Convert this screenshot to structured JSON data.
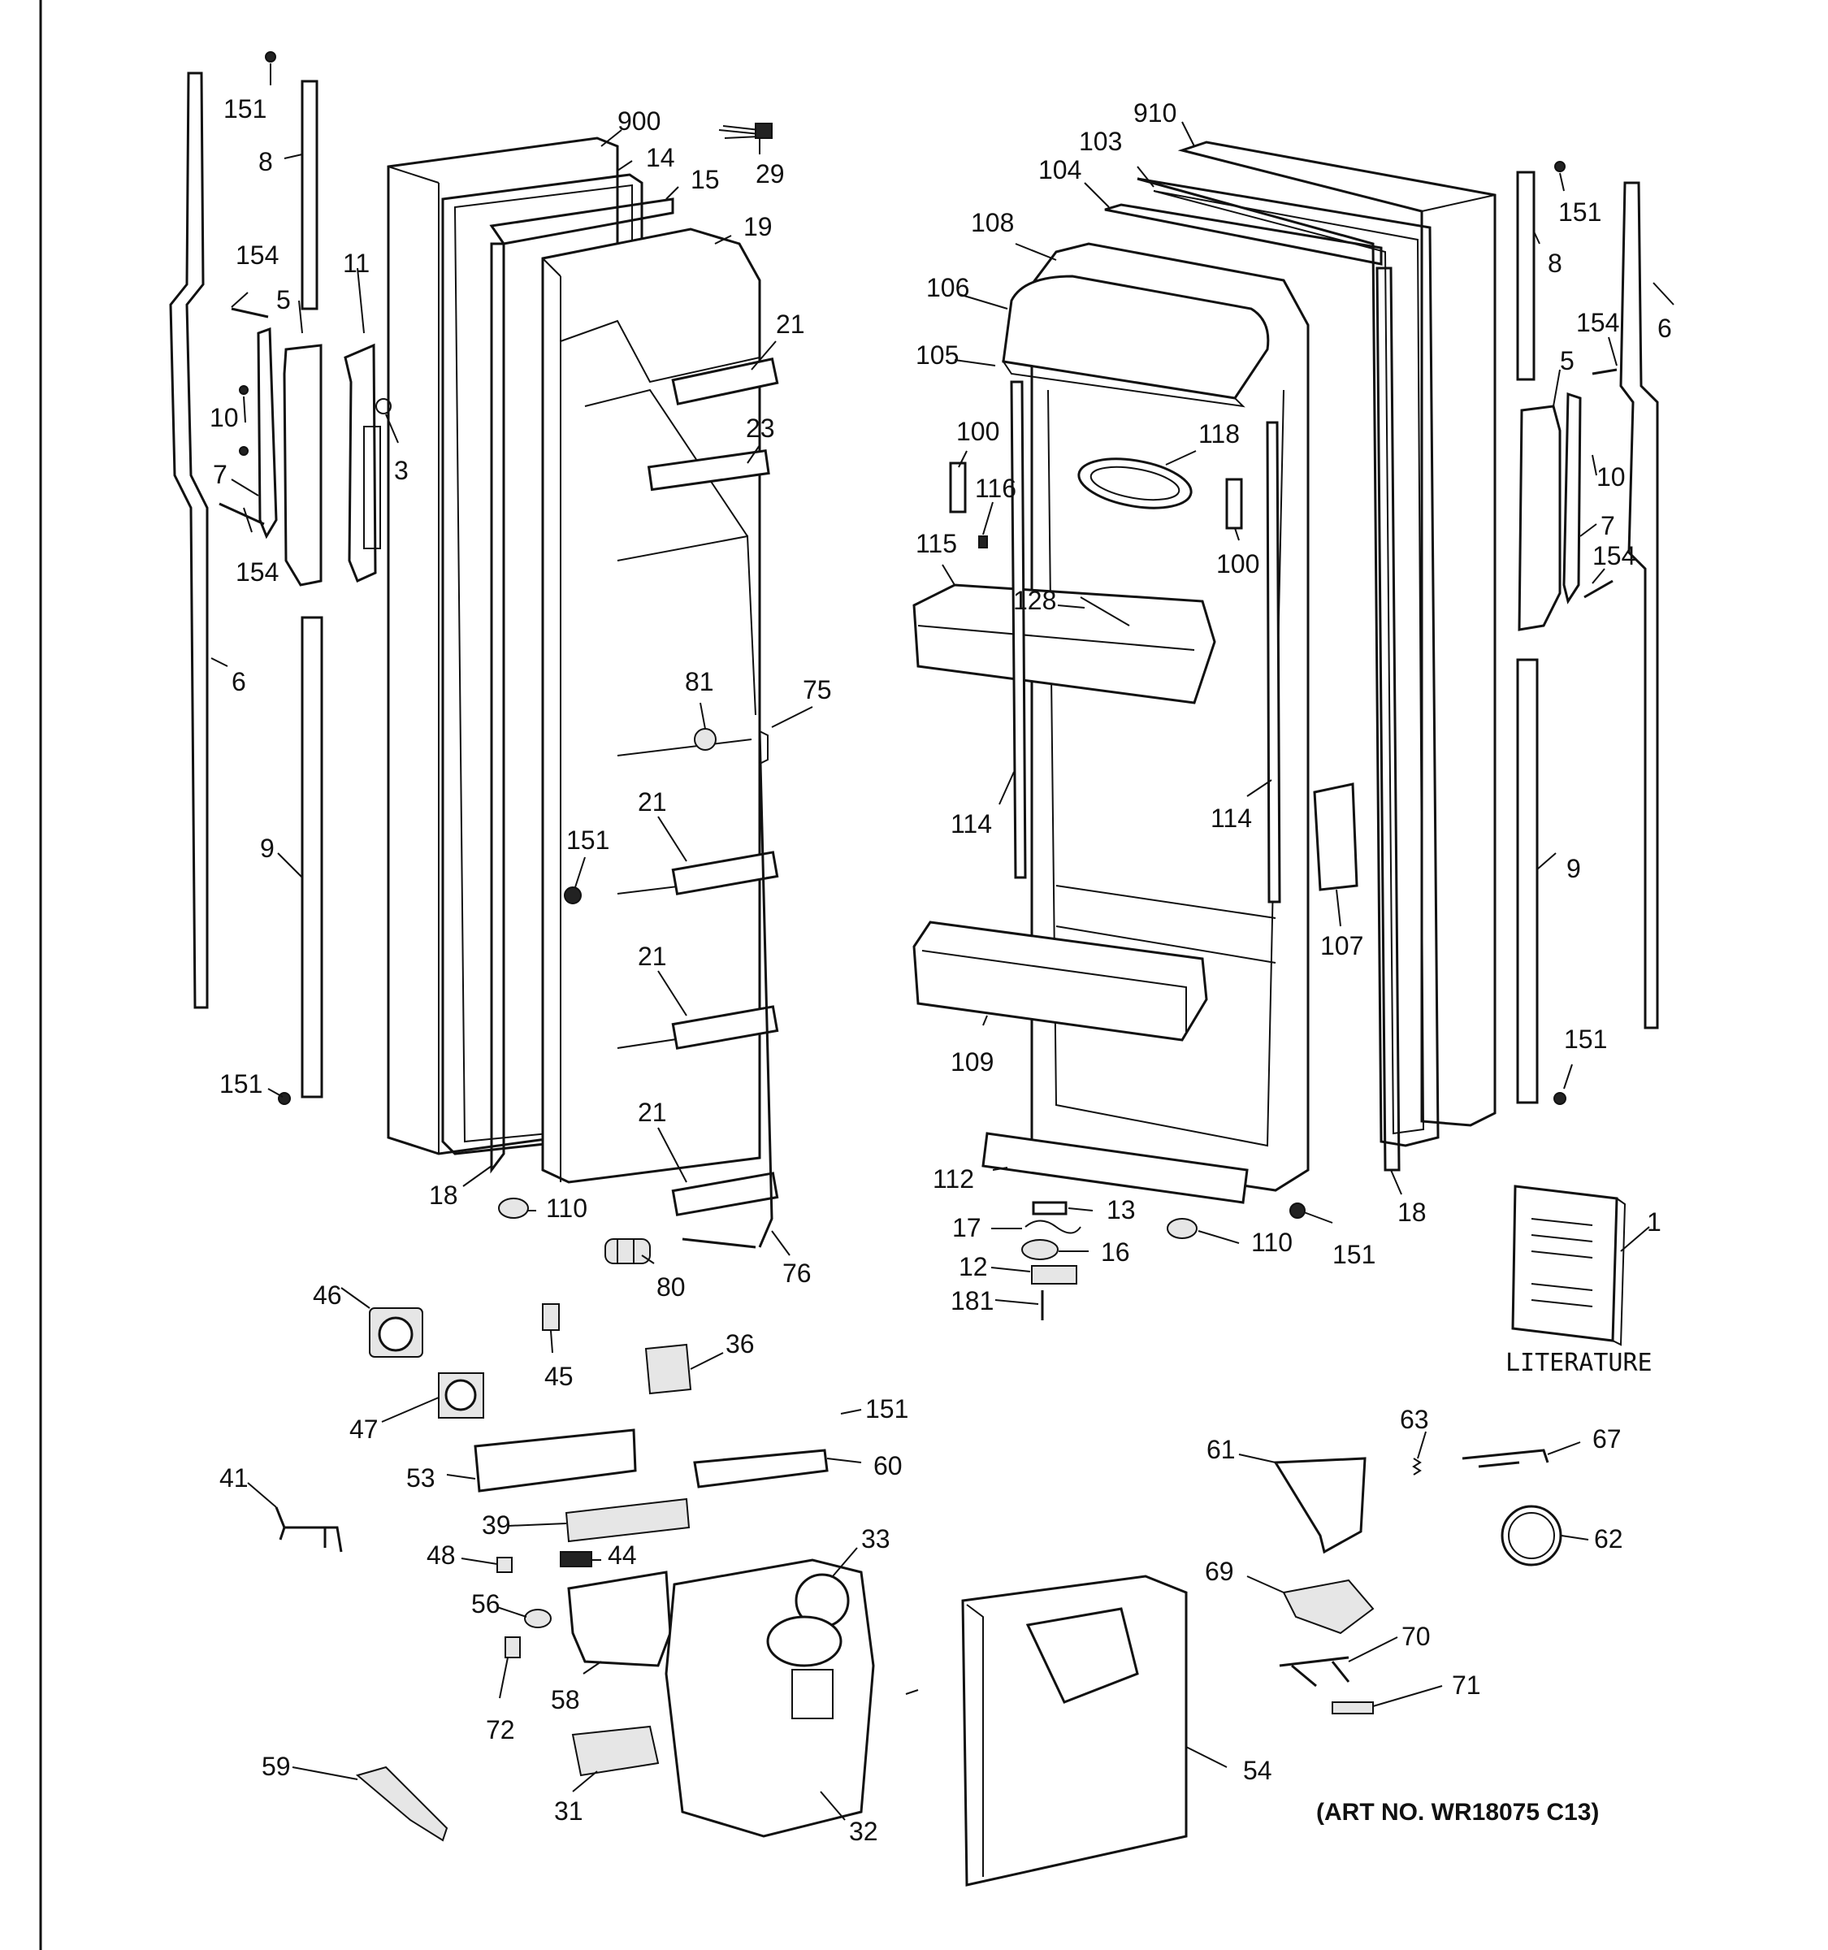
{
  "diagram": {
    "art_number": "(ART NO. WR18075 C13)",
    "literature_label": "LITERATURE"
  },
  "labels": {
    "l900": "900",
    "l910": "910",
    "l29": "29",
    "l14": "14",
    "l15": "15",
    "l19": "19",
    "l151a": "151",
    "l8a": "8",
    "l154a": "154",
    "l11": "11",
    "l5a": "5",
    "l10a": "10",
    "l3": "3",
    "l7a": "7",
    "l154b": "154",
    "l6a": "6",
    "l9a": "9",
    "l151b": "151",
    "l18a": "18",
    "l110a": "110",
    "l80": "80",
    "l76": "76",
    "l75": "75",
    "l81": "81",
    "l21a": "21",
    "l23": "23",
    "l21b": "21",
    "l151c": "151",
    "l21c": "21",
    "l21d": "21",
    "l103": "103",
    "l104": "104",
    "l108": "108",
    "l106": "106",
    "l105": "105",
    "l100a": "100",
    "l116": "116",
    "l115": "115",
    "l118": "118",
    "l128": "128",
    "l100b": "100",
    "l114a": "114",
    "l114b": "114",
    "l107": "107",
    "l109": "109",
    "l112": "112",
    "l13": "13",
    "l17": "17",
    "l16": "16",
    "l12": "12",
    "l181": "181",
    "l110b": "110",
    "l151d": "151",
    "l18b": "18",
    "l151e": "151",
    "l8b": "8",
    "l154c": "154",
    "l6b": "6",
    "l5b": "5",
    "l10b": "10",
    "l7b": "7",
    "l154d": "154",
    "l9b": "9",
    "l151f": "151",
    "l1": "1",
    "l46": "46",
    "l45": "45",
    "l36": "36",
    "l47": "47",
    "l151g": "151",
    "l60": "60",
    "l41": "41",
    "l53": "53",
    "l39": "39",
    "l33": "33",
    "l48": "48",
    "l44": "44",
    "l56": "56",
    "l58": "58",
    "l72": "72",
    "l59": "59",
    "l31": "31",
    "l32": "32",
    "l54": "54",
    "l61": "61",
    "l63": "63",
    "l67": "67",
    "l62": "62",
    "l69": "69",
    "l70": "70",
    "l71": "71"
  }
}
